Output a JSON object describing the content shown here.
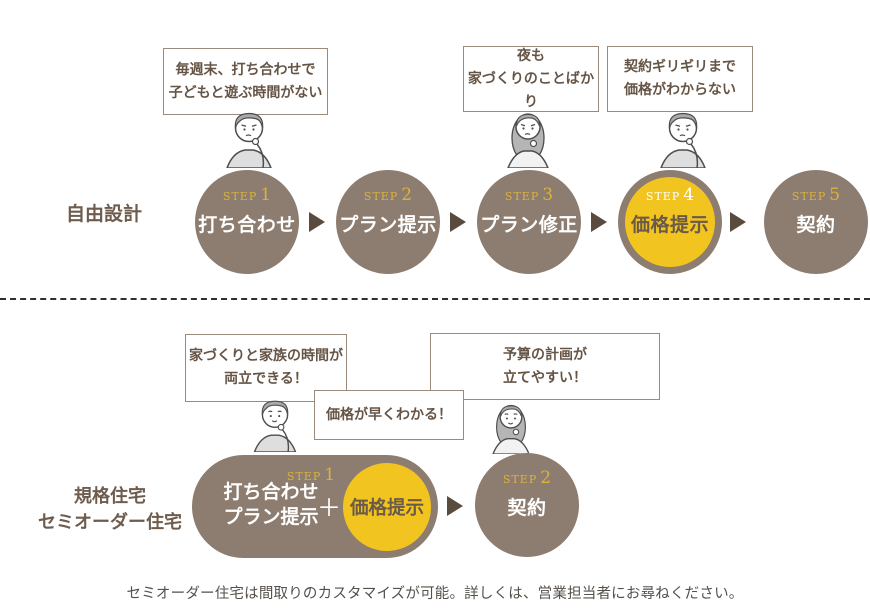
{
  "colors": {
    "step_circle_brown": "#8d7d70",
    "highlight_yellow": "#f2c41f",
    "step_label_gold": "#dcb23c",
    "text_brown": "#6e5c4f",
    "bubble_border": "#9a8a7c",
    "arrow_brown": "#5a4b3f"
  },
  "free_design": {
    "label": "自由設計",
    "bubbles": [
      {
        "lines": [
          "毎週末、打ち合わせで",
          "子どもと遊ぶ時間がない"
        ]
      },
      {
        "lines": [
          "夜も",
          "家づくりのことばかり"
        ]
      },
      {
        "lines": [
          "契約ギリギリまで",
          "価格がわからない"
        ]
      }
    ],
    "steps": [
      {
        "step_word": "STEP",
        "step_num": "1",
        "title": "打ち合わせ"
      },
      {
        "step_word": "STEP",
        "step_num": "2",
        "title": "プラン提示"
      },
      {
        "step_word": "STEP",
        "step_num": "3",
        "title": "プラン修正"
      },
      {
        "step_word": "STEP",
        "step_num": "4",
        "title": "価格提示"
      },
      {
        "step_word": "STEP",
        "step_num": "5",
        "title": "契約"
      }
    ]
  },
  "standard": {
    "label_lines": [
      "規格住宅",
      "セミオーダー住宅"
    ],
    "bubbles": [
      {
        "lines": [
          "家づくりと家族の時間が",
          "両立できる！"
        ]
      },
      {
        "lines": [
          "予算の計画が",
          "立てやすい！"
        ]
      },
      {
        "lines": [
          "価格が早くわかる！"
        ]
      }
    ],
    "pill": {
      "step_word": "STEP",
      "step_num": "1",
      "title_lines": [
        "打ち合わせ",
        "プラン提示"
      ],
      "plus": "＋",
      "highlight_title": "価格提示"
    },
    "final_step": {
      "step_word": "STEP",
      "step_num": "2",
      "title": "契約"
    }
  },
  "caption": "セミオーダー住宅は間取りのカスタマイズが可能。詳しくは、営業担当者にお尋ねください。"
}
